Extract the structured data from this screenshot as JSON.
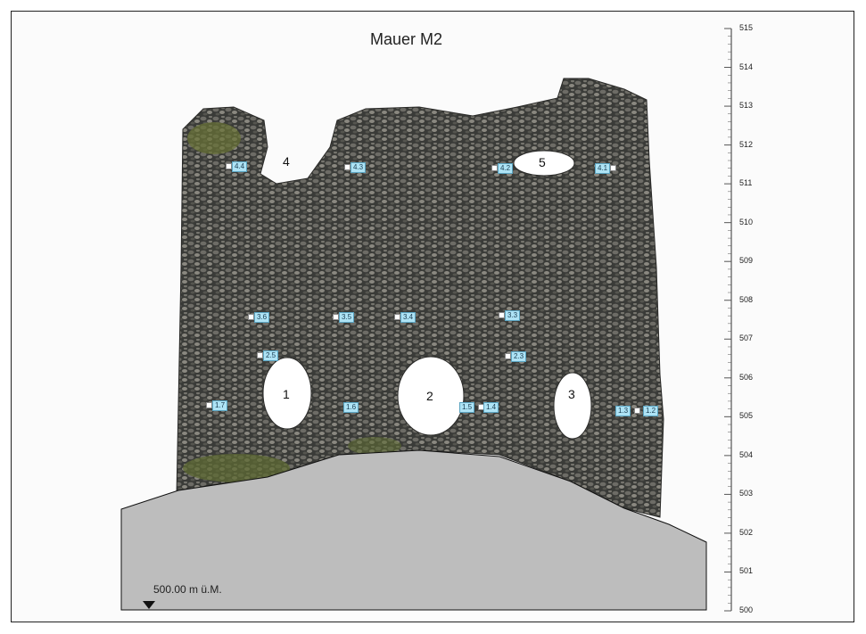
{
  "title": "Mauer M2",
  "datum_label": "500.00 m ü.M.",
  "openings": [
    {
      "id": "1",
      "label": "1"
    },
    {
      "id": "2",
      "label": "2"
    },
    {
      "id": "3",
      "label": "3"
    },
    {
      "id": "4",
      "label": "4"
    },
    {
      "id": "5",
      "label": "5"
    }
  ],
  "points": [
    "4.4",
    "4.3",
    "4.2",
    "4.1",
    "3.6",
    "3.5",
    "3.4",
    "3.3",
    "2.5",
    "2.3",
    "1.7",
    "1.6",
    "1.5",
    "1.4",
    "1.3",
    "1.2"
  ],
  "scale": {
    "min": 500,
    "max": 515,
    "labels": [
      "515",
      "514",
      "513",
      "512",
      "511",
      "510",
      "509",
      "508",
      "507",
      "506",
      "505",
      "504",
      "503",
      "502",
      "501",
      "500"
    ]
  },
  "colors": {
    "wall": "#3a3b38",
    "moss": "#5e6a33",
    "ground": "#bdbdbd",
    "label_bg": "#aee3f5"
  }
}
